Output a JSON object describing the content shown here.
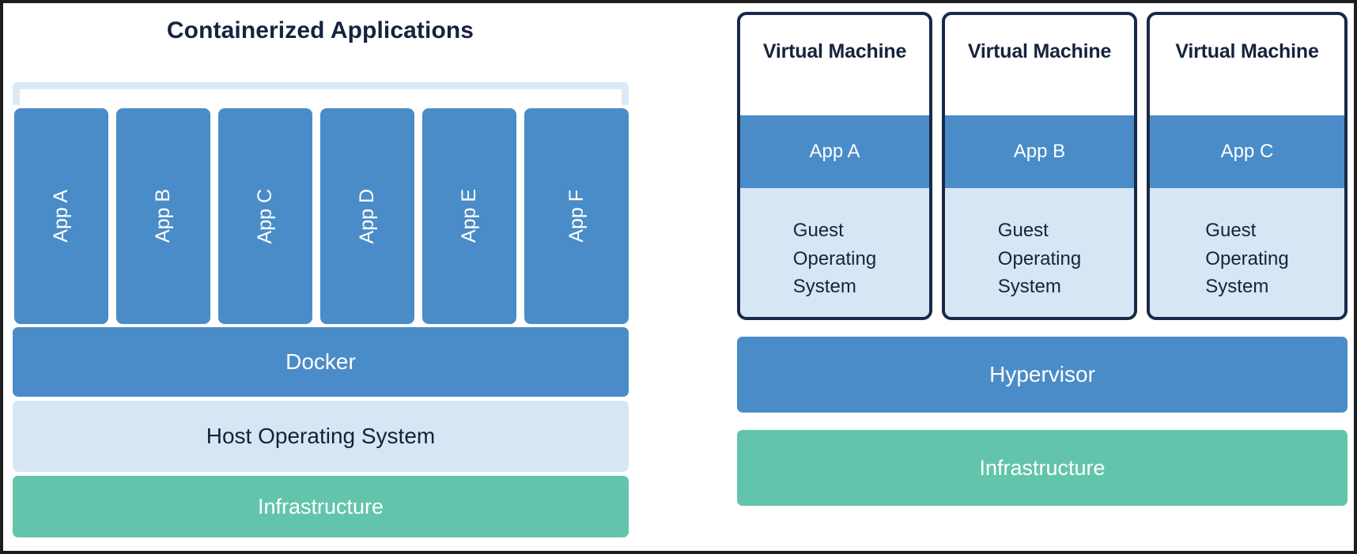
{
  "colors": {
    "blue": "#4a8cc7",
    "light_blue": "#d6e6f4",
    "bracket_blue": "#dbeaf7",
    "green": "#63c4ac",
    "navy_text": "#16233d",
    "vm_border": "#19294a",
    "frame_border": "#1d1d1d",
    "white": "#ffffff"
  },
  "left_panel": {
    "title": "Containerized Applications",
    "apps": [
      {
        "label": "App A"
      },
      {
        "label": "App B"
      },
      {
        "label": "App C"
      },
      {
        "label": "App D"
      },
      {
        "label": "App E"
      },
      {
        "label": "App F"
      }
    ],
    "layers": [
      {
        "id": "docker",
        "label": "Docker",
        "color": "blue"
      },
      {
        "id": "host_os",
        "label": "Host Operating System",
        "color": "light_blue"
      },
      {
        "id": "infra",
        "label": "Infrastructure",
        "color": "green"
      }
    ]
  },
  "right_panel": {
    "vms": [
      {
        "title": "Virtual Machine",
        "app": "App A",
        "guest_os": "Guest\nOperating\nSystem"
      },
      {
        "title": "Virtual Machine",
        "app": "App B",
        "guest_os": "Guest\nOperating\nSystem"
      },
      {
        "title": "Virtual Machine",
        "app": "App C",
        "guest_os": "Guest\nOperating\nSystem"
      }
    ],
    "layers": [
      {
        "id": "hypervisor",
        "label": "Hypervisor",
        "color": "blue"
      },
      {
        "id": "infra",
        "label": "Infrastructure",
        "color": "green"
      }
    ]
  }
}
